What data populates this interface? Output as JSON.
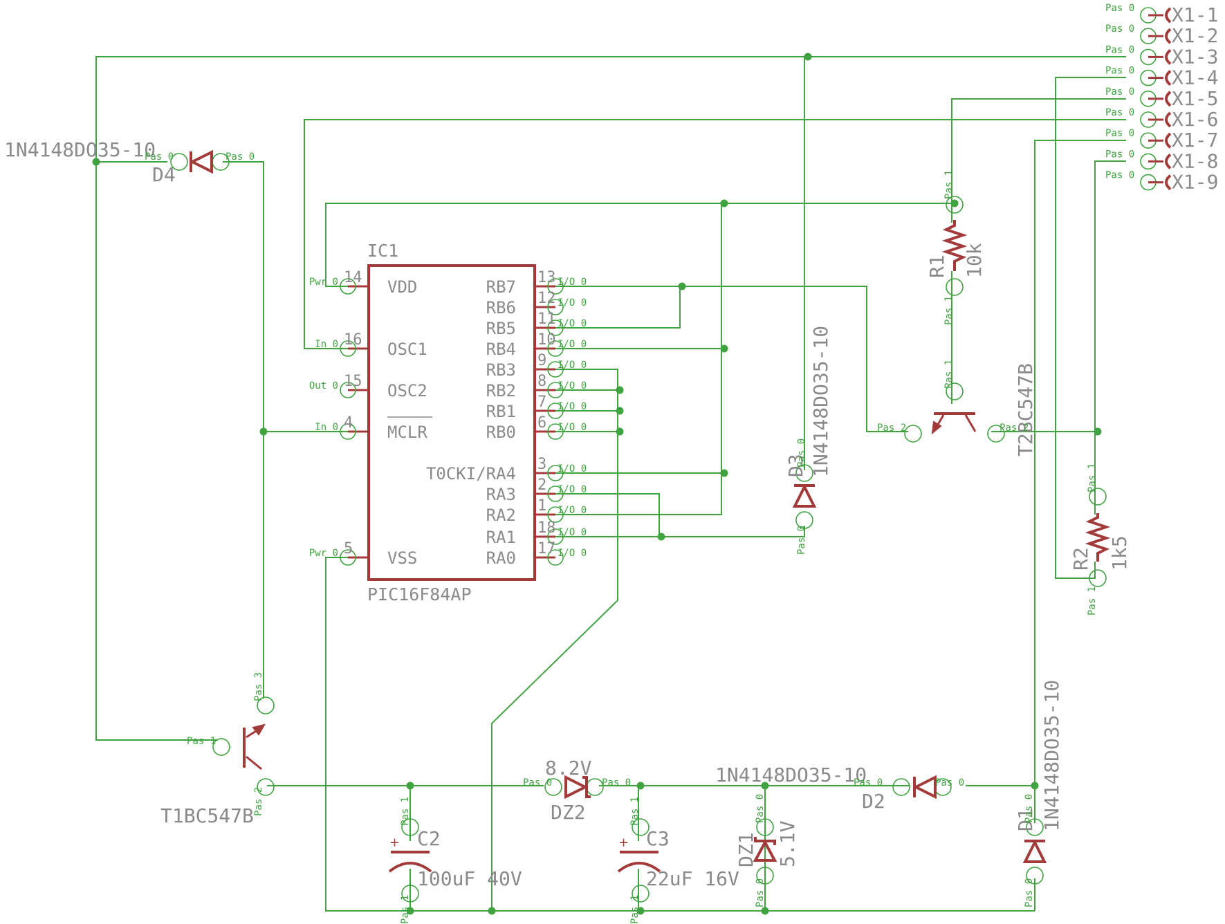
{
  "ic1": {
    "ref": "IC1",
    "value": "PIC16F84AP",
    "left_pins": [
      {
        "num": "14",
        "name": "VDD",
        "dir": "Pwr 0"
      },
      {
        "num": "16",
        "name": "OSC1",
        "dir": "In 0"
      },
      {
        "num": "15",
        "name": "OSC2",
        "dir": "Out 0"
      },
      {
        "num": "4",
        "name": "MCLR",
        "dir": "In 0"
      },
      {
        "num": "5",
        "name": "VSS",
        "dir": "Pwr 0"
      }
    ],
    "right_pins": [
      {
        "num": "13",
        "name": "RB7",
        "dir": "I/O 0"
      },
      {
        "num": "12",
        "name": "RB6",
        "dir": "I/O 0"
      },
      {
        "num": "11",
        "name": "RB5",
        "dir": "I/O 0"
      },
      {
        "num": "10",
        "name": "RB4",
        "dir": "I/O 0"
      },
      {
        "num": "9",
        "name": "RB3",
        "dir": "I/O 0"
      },
      {
        "num": "8",
        "name": "RB2",
        "dir": "I/O 0"
      },
      {
        "num": "7",
        "name": "RB1",
        "dir": "I/O 0"
      },
      {
        "num": "6",
        "name": "RB0",
        "dir": "I/O 0"
      },
      {
        "num": "3",
        "name": "T0CKI/RA4",
        "dir": "I/O 0"
      },
      {
        "num": "2",
        "name": "RA3",
        "dir": "I/O 0"
      },
      {
        "num": "1",
        "name": "RA2",
        "dir": "I/O 0"
      },
      {
        "num": "18",
        "name": "RA1",
        "dir": "I/O 0"
      },
      {
        "num": "17",
        "name": "RA0",
        "dir": "I/O 0"
      }
    ]
  },
  "connector": {
    "pins": [
      "X1-1",
      "X1-2",
      "X1-3",
      "X1-4",
      "X1-5",
      "X1-6",
      "X1-7",
      "X1-8",
      "X1-9"
    ],
    "pin_dir": "Pas 0"
  },
  "d4": {
    "part": "1N4148DO35-10",
    "ref": "D4",
    "pin_a": "Pas 0",
    "pin_c": "Pas 0"
  },
  "d3": {
    "part": "1N4148DO35-10",
    "ref": "D3",
    "pin_a": "Pas 0",
    "pin_c": "Pas 0"
  },
  "d2": {
    "part": "1N4148DO35-10",
    "ref": "D2",
    "pin_a": "Pas 0",
    "pin_c": "Pas 0"
  },
  "d1": {
    "part": "1N4148DO35-10",
    "ref": "D1",
    "pin_a": "Pas 0",
    "pin_c": "Pas 0"
  },
  "dz2": {
    "value": "8.2V",
    "ref": "DZ2",
    "pin_a": "Pas 0",
    "pin_c": "Pas 0"
  },
  "dz1": {
    "value": "5.1V",
    "ref": "DZ1",
    "pin_a": "Pas 0",
    "pin_c": "Pas 0"
  },
  "r1": {
    "ref": "R1",
    "value": "10k",
    "pin_1": "Pas 1",
    "pin_2": "Pas 1"
  },
  "r2": {
    "ref": "R2",
    "value": "1k5",
    "pin_1": "Pas 1",
    "pin_2": "Pas 1"
  },
  "c2": {
    "ref": "C2",
    "value": "100uF 40V",
    "pin_1": "Pas 1",
    "pin_2": "Pas 1"
  },
  "c3": {
    "ref": "C3",
    "value": "22uF 16V",
    "pin_1": "Pas 1",
    "pin_2": "Pas 1"
  },
  "t1": {
    "label": "T1BC547B",
    "pin_b": "Pas 1",
    "pin_c": "Pas 3",
    "pin_e": "Pas 2"
  },
  "t2": {
    "label": "T2BC547B",
    "pin_b": "Pas 2",
    "pin_c": "Pas 1",
    "pin_e": "Pas 2"
  },
  "colors": {
    "wire": "#3fa33f",
    "symbol": "#a33a3a",
    "text": "#8a8a8a"
  }
}
